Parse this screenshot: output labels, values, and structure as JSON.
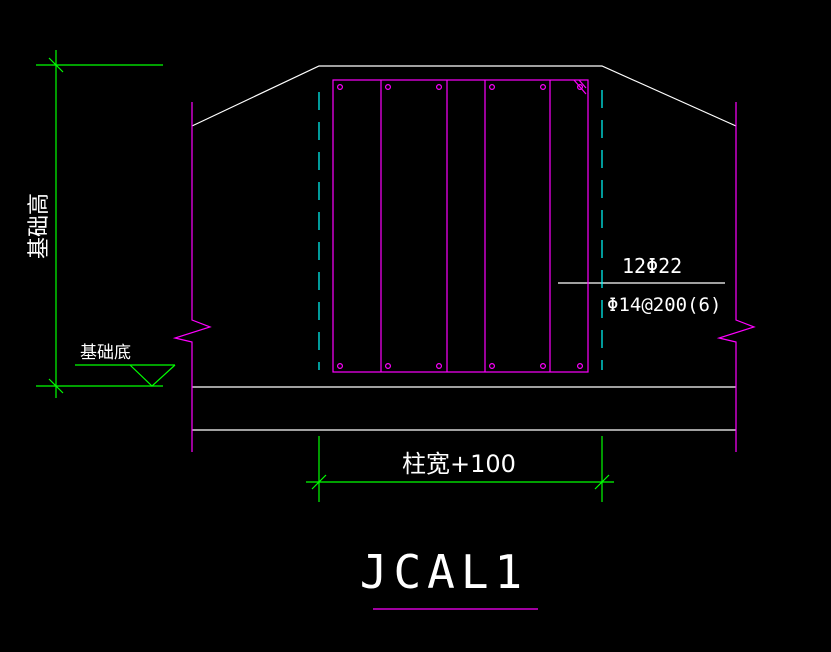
{
  "labels": {
    "foundation_height": "基础高",
    "foundation_bottom": "基础底",
    "rebar_main": "12Φ22",
    "rebar_stirrup": "Φ14@200(6)",
    "column_width": "柱宽+100",
    "drawing_title": "JCAL1"
  },
  "colors": {
    "background": "#000000",
    "outline": "#ffffff",
    "rebar": "#ff00ff",
    "dimension": "#00ff00",
    "centerline": "#00ffff"
  }
}
